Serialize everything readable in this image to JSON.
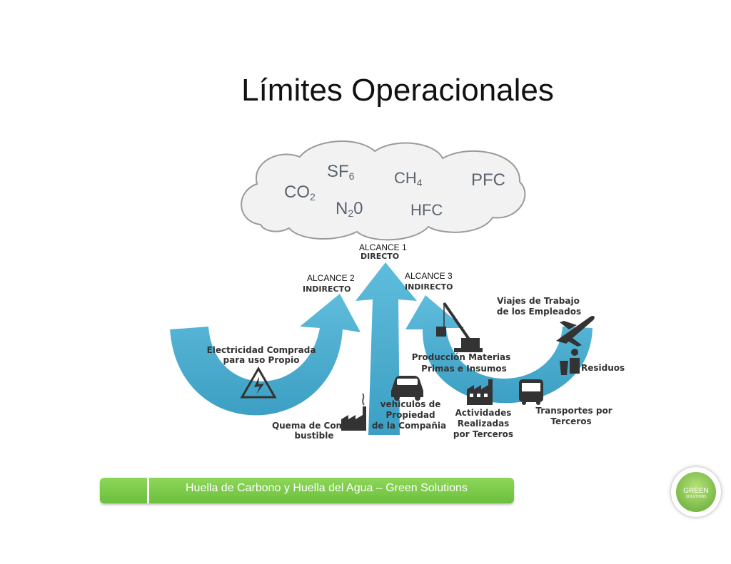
{
  "title": "Límites Operacionales",
  "gases": {
    "co2": {
      "base": "CO",
      "sub": "2"
    },
    "sf6": {
      "base": "SF",
      "sub": "6"
    },
    "ch4": {
      "base": "CH",
      "sub": "4"
    },
    "n2o": {
      "base": "N",
      "sub": "2",
      "tail": "0"
    },
    "hfc": "HFC",
    "pfc": "PFC"
  },
  "scopes": {
    "scope1": {
      "label": "ALCANCE 1",
      "type": "DIRECTO"
    },
    "scope2": {
      "label": "ALCANCE 2",
      "type": "INDIRECTO"
    },
    "scope3": {
      "label": "ALCANCE 3",
      "type": "INDIRECTO"
    }
  },
  "sources": {
    "electricity": [
      "Electricidad Comprada",
      "para uso Propio"
    ],
    "combustion": [
      "Quema de Com",
      "bustible"
    ],
    "vehicles": [
      "vehiculos de",
      "Propiedad",
      "de la Compañia"
    ],
    "materials": [
      "Producción Materias",
      "Primas e Insumos"
    ],
    "third_party": [
      "Actividades",
      "Realizadas",
      "por Terceros"
    ],
    "travel": [
      "Viajes de Trabajo",
      "de los Empleados"
    ],
    "waste": "Residuos",
    "transport": [
      "Transportes por",
      "Terceros"
    ]
  },
  "icons": [
    "cloud-icon",
    "high-voltage-icon",
    "factory-icon",
    "car-icon",
    "crane-icon",
    "plant-icon",
    "airplane-icon",
    "trash-person-icon",
    "bus-icon",
    "green-solutions-logo"
  ],
  "colors": {
    "arrow": "#4aaed0",
    "footer": "#7ac943",
    "text": "#333333"
  },
  "footer": {
    "text": "Huella de Carbono y Huella del Agua – Green Solutions"
  },
  "logo": {
    "text": "GREEN",
    "sub": "SOLUTIONS"
  }
}
